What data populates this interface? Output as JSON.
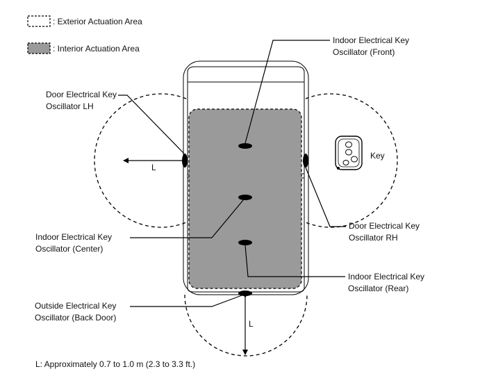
{
  "legend": {
    "exterior": ": Exterior Actuation Area",
    "interior": ": Interior Actuation Area"
  },
  "labels": {
    "indoor_front": [
      "Indoor Electrical Key",
      "Oscillator (Front)"
    ],
    "door_lh": [
      "Door Electrical Key",
      "Oscillator LH"
    ],
    "indoor_center": [
      "Indoor Electrical Key",
      "Oscillator (Center)"
    ],
    "door_rh": [
      "Door Electrical Key",
      "Oscillator RH"
    ],
    "indoor_rear": [
      "Indoor Electrical Key",
      "Oscillator (Rear)"
    ],
    "outside_back": [
      "Outside Electrical Key",
      "Oscillator (Back Door)"
    ],
    "key": "Key",
    "dim_side": "L",
    "dim_rear": "L"
  },
  "footnote": "L: Approximately 0.7 to 1.0 m (2.3 to 3.3 ft.)",
  "colors": {
    "interior_fill": "#9a9a9a",
    "line": "#000000"
  }
}
